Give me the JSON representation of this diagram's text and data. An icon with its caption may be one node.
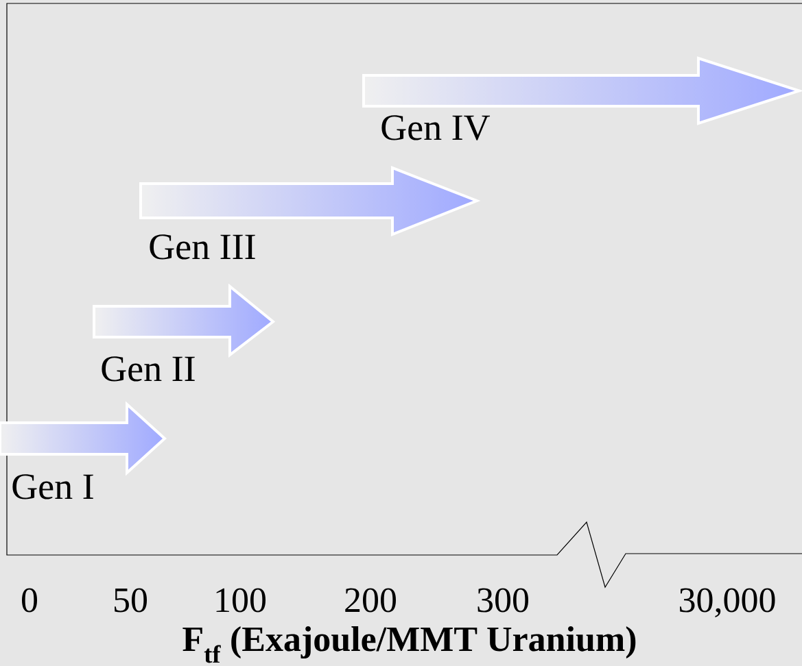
{
  "diagram": {
    "nodes": [
      {
        "text": [
          "Gen I"
        ]
      },
      {
        "text": [
          "Gen II"
        ]
      },
      {
        "text": [
          "Gen III"
        ]
      },
      {
        "text": [
          "Gen IV"
        ]
      }
    ],
    "labels": [
      "0",
      "50",
      "100",
      "200",
      "300",
      "30,000",
      "F$_{tf}$ (Exajoule/MMT Uranium)"
    ]
  }
}
